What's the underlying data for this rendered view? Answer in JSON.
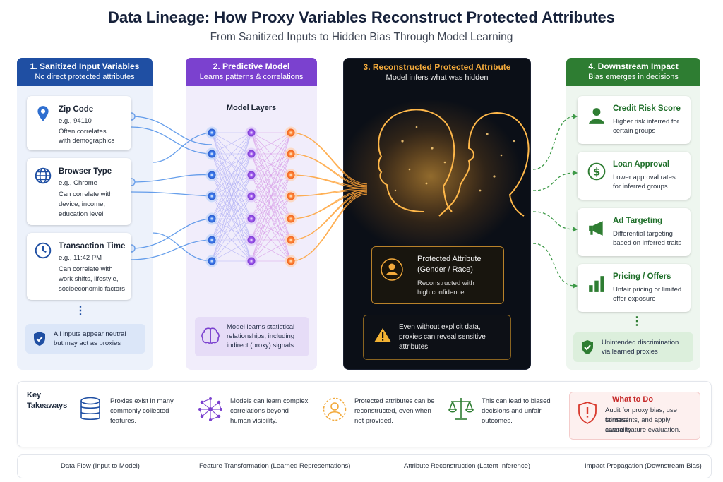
{
  "header": {
    "title": "Data Lineage: How Proxy Variables Reconstruct Protected Attributes",
    "subtitle": "From Sanitized Inputs to Hidden Bias Through Model Learning"
  },
  "col1": {
    "title": "1. Sanitized Input Variables",
    "subtitle": "No direct protected attributes",
    "inputs": [
      {
        "name": "Zip Code",
        "example": "e.g., 94110",
        "desc1": "Often correlates",
        "desc2": "with demographics",
        "desc3": "",
        "icon": "location-pin-icon"
      },
      {
        "name": "Browser Type",
        "example": "e.g., Chrome",
        "desc1": "Can correlate with",
        "desc2": "device, income,",
        "desc3": "education level",
        "icon": "globe-icon"
      },
      {
        "name": "Transaction Time",
        "example": "e.g., 11:42 PM",
        "desc1": "Can correlate with",
        "desc2": "work shifts, lifestyle,",
        "desc3": "socioeconomic factors",
        "icon": "clock-icon"
      }
    ],
    "ellipsis": "⋮",
    "note1": "All inputs appear neutral",
    "note2": "but may act as proxies"
  },
  "col2": {
    "title": "2. Predictive Model",
    "subtitle": "Learns patterns & correlations",
    "layers_label": "Model Layers",
    "note1": "Model learns statistical",
    "note2": "relationships, including",
    "note3": "indirect (proxy) signals"
  },
  "col3": {
    "title": "3. Reconstructed Protected Attribute",
    "subtitle": "Model infers what was hidden",
    "pa_title1": "Protected Attribute",
    "pa_title2": "(Gender / Race)",
    "pa_sub1": "Reconstructed with",
    "pa_sub2": "high confidence",
    "warn1": "Even without explicit data,",
    "warn2": "proxies can reveal sensitive",
    "warn3": "attributes"
  },
  "col4": {
    "title": "4. Downstream Impact",
    "subtitle": "Bias emerges in decisions",
    "impacts": [
      {
        "name": "Credit Risk Score",
        "desc1": "Higher risk inferred for",
        "desc2": "certain groups",
        "icon": "person-icon"
      },
      {
        "name": "Loan Approval",
        "desc1": "Lower approval rates",
        "desc2": "for inferred groups",
        "icon": "dollar-icon"
      },
      {
        "name": "Ad Targeting",
        "desc1": "Differential targeting",
        "desc2": "based on inferred traits",
        "icon": "megaphone-icon"
      },
      {
        "name": "Pricing / Offers",
        "desc1": "Unfair pricing or limited",
        "desc2": "offer exposure",
        "icon": "bar-chart-icon"
      }
    ],
    "ellipsis": "⋮",
    "note1": "Unintended discrimination",
    "note2": "via learned proxies"
  },
  "takeaways": {
    "label1": "Key",
    "label2": "Takeaways",
    "items": [
      {
        "l1": "Proxies exist in many",
        "l2": "commonly collected",
        "l3": "features."
      },
      {
        "l1": "Models can learn complex",
        "l2": "correlations beyond",
        "l3": "human visibility."
      },
      {
        "l1": "Protected attributes can be",
        "l2": "reconstructed, even when",
        "l3": "not provided."
      },
      {
        "l1": "This can lead to biased",
        "l2": "decisions and unfair",
        "l3": "outcomes."
      }
    ],
    "todo_title": "What to Do",
    "todo1": "Audit for proxy bias, use fairness",
    "todo2": "constraints, and apply causality-",
    "todo3": "aware feature evaluation."
  },
  "legend": {
    "items": [
      {
        "label": "Data Flow (Input to Model)",
        "color": "#2f6fd0"
      },
      {
        "label": "Feature Transformation (Learned Representations)",
        "color": "#8b55e0"
      },
      {
        "label": "Attribute Reconstruction (Latent Inference)",
        "color": "#f29a2e"
      },
      {
        "label": "Impact Propagation (Downstream Bias)",
        "color": "#2e8b3d"
      }
    ]
  }
}
